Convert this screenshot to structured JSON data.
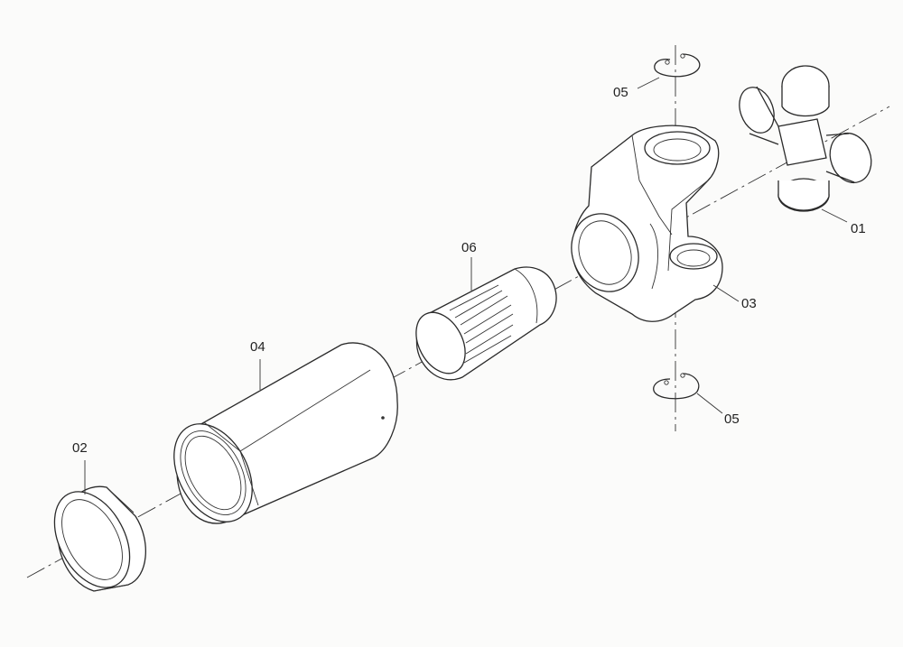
{
  "callouts": {
    "part_01": "01",
    "part_02": "02",
    "part_03": "03",
    "part_04": "04",
    "part_05_top": "05",
    "part_05_bottom": "05",
    "part_06": "06"
  }
}
